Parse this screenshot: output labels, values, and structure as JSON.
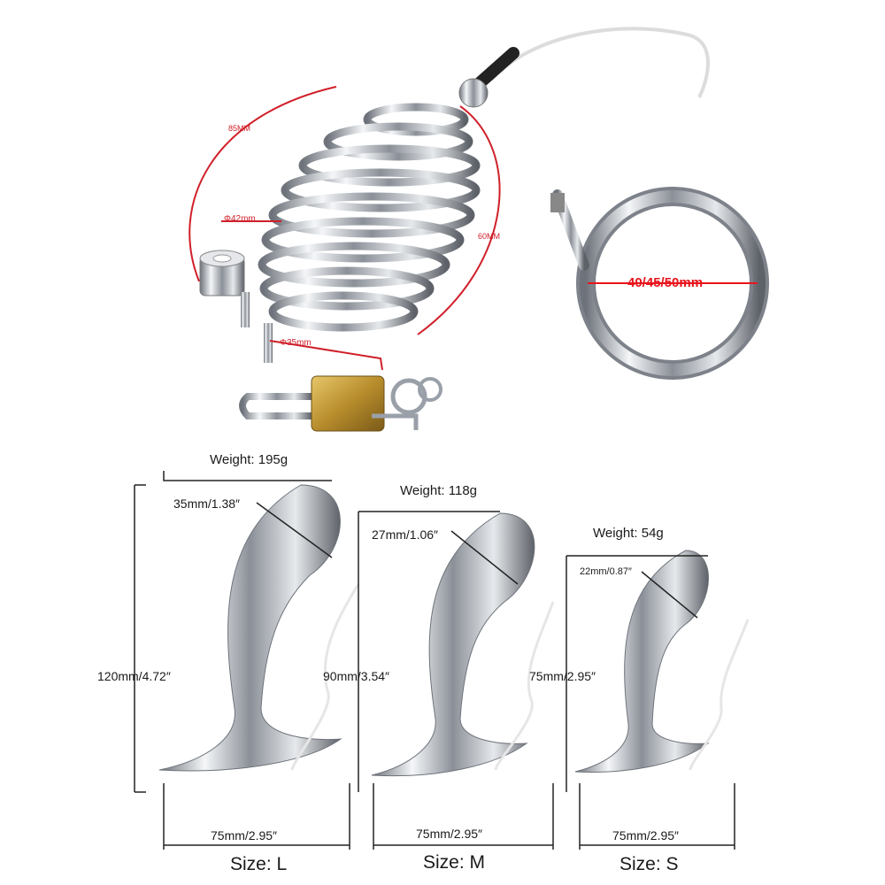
{
  "top": {
    "cage_height": "85MM",
    "cage_diameter": "Φ42mm",
    "cage_length": "60MM",
    "base_diameter": "Φ35mm",
    "ring_sizes": "40/45/50mm"
  },
  "plugs": [
    {
      "weight": "Weight: 195g",
      "head": "35mm/1.38″",
      "length": "120mm/4.72″",
      "width": "75mm/2.95″",
      "size": "Size: L"
    },
    {
      "weight": "Weight: 118g",
      "head": "27mm/1.06″",
      "length": "90mm/3.54″",
      "width": "75mm/2.95″",
      "size": "Size: M"
    },
    {
      "weight": "Weight: 54g",
      "head": "22mm/0.87″",
      "length": "75mm/2.95″",
      "width": "75mm/2.95″",
      "size": "Size: S"
    }
  ],
  "colors": {
    "dimension_red": "#d0202a",
    "ring_label_red": "#e8141c",
    "metal": "#c9ccd2",
    "lock_brass": "#c9a23a"
  }
}
